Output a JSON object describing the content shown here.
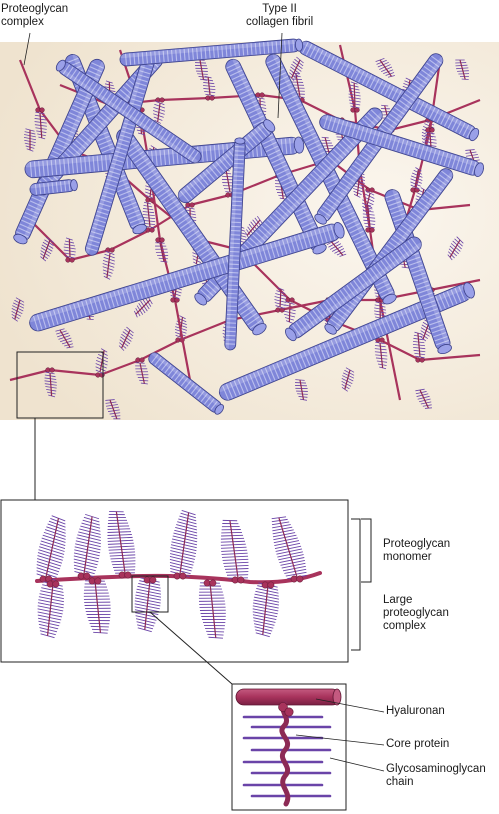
{
  "labels": {
    "proteoglycan_complex": [
      "Proteoglycan",
      "complex"
    ],
    "type_ii_collagen_fibril": [
      "Type II",
      "collagen fibril"
    ],
    "proteoglycan_monomer": [
      "Proteoglycan",
      "monomer"
    ],
    "large_proteoglycan_complex": [
      "Large",
      "proteoglycan",
      "complex"
    ],
    "hyaluronan": "Hyaluronan",
    "core_protein": "Core protein",
    "glycosaminoglycan_chain": [
      "Glycosaminoglycan",
      "chain"
    ]
  },
  "colors": {
    "background_matrix": "#f4ebdc",
    "collagen_fibril": "#7f86d9",
    "collagen_stripe": "#c4c8f1",
    "hyaluronan": "#a8335c",
    "core_protein": "#8d2a55",
    "gag_chain": "#6a44a8",
    "line": "#222222"
  }
}
